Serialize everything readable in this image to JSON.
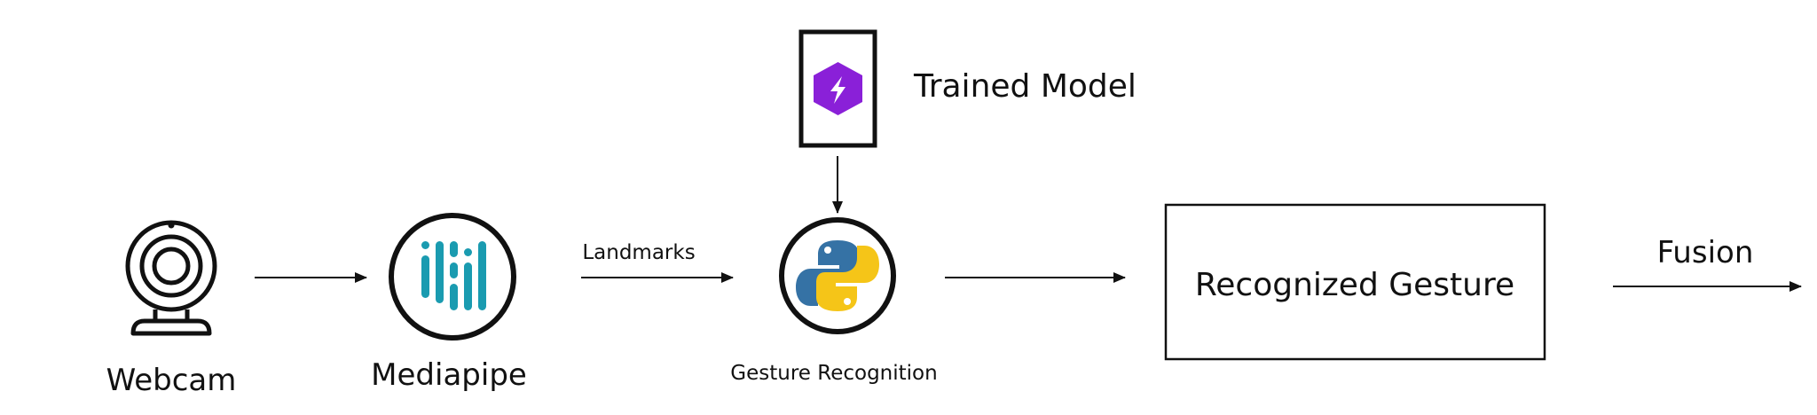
{
  "nodes": {
    "webcam": {
      "label": "Webcam",
      "icon": "webcam-icon"
    },
    "mediapipe": {
      "label": "Mediapipe",
      "icon": "mediapipe-icon"
    },
    "trained_model": {
      "label": "Trained Model",
      "icon": "model-hexagon-icon"
    },
    "gesture_recognition": {
      "label": "Gesture Recognition",
      "icon": "python-icon"
    },
    "recognized_gesture": {
      "label": "Recognized Gesture"
    }
  },
  "edges": {
    "landmarks": {
      "label": "Landmarks"
    },
    "fusion": {
      "label": "Fusion"
    }
  },
  "colors": {
    "stroke": "#111111",
    "mediapipe_teal": "#1a9bb0",
    "model_purple": "#8a20d8",
    "python_blue": "#3572a5",
    "python_yellow": "#f5c518"
  }
}
